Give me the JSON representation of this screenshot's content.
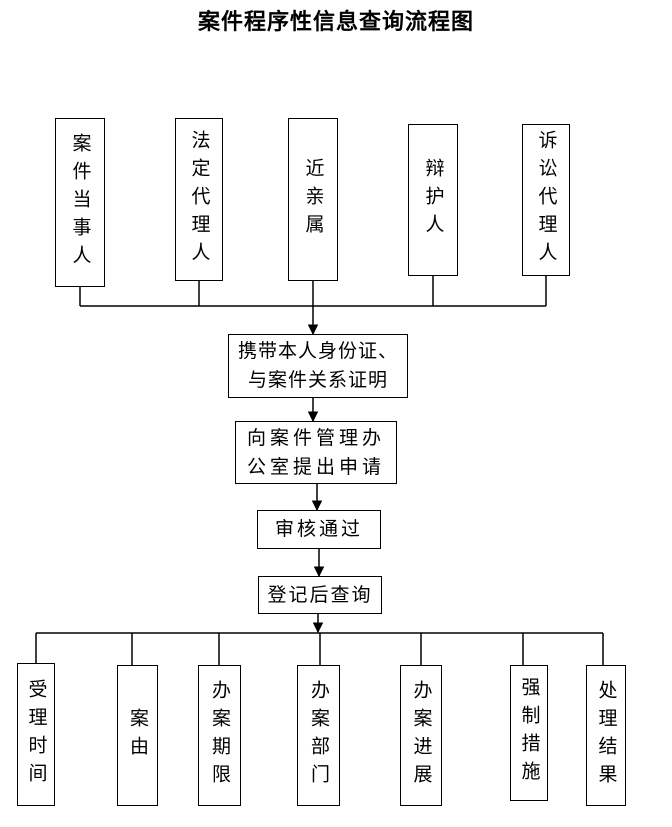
{
  "title": "案件程序性信息查询流程图",
  "applicants": [
    "案件当事人",
    "法定代理人",
    "近亲属",
    "辩护人",
    "诉讼代理人"
  ],
  "steps": [
    [
      "携带本人身份证、",
      "与案件关系证明"
    ],
    [
      "向案件管理办",
      "公室提出申请"
    ],
    [
      "审核通过"
    ],
    [
      "登记后查询"
    ]
  ],
  "results": [
    "受理时间",
    "案由",
    "办案期限",
    "办案部门",
    "办案进展",
    "强制措施",
    "处理结果"
  ]
}
